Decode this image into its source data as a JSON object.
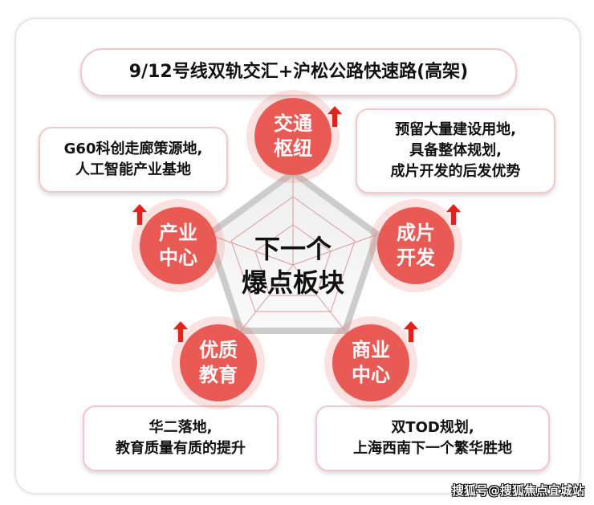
{
  "banner": "9/12号线双轨交汇+沪松公路快速路(高架)",
  "center": {
    "line1": "下一个",
    "line2": "爆点板块"
  },
  "nodes": [
    {
      "line1": "交通",
      "line2": "枢纽"
    },
    {
      "line1": "产业",
      "line2": "中心"
    },
    {
      "line1": "成片",
      "line2": "开发"
    },
    {
      "line1": "优质",
      "line2": "教育"
    },
    {
      "line1": "商业",
      "line2": "中心"
    }
  ],
  "boxes": {
    "industry": [
      "G60科创走廊策源地,",
      "人工智能产业基地"
    ],
    "development": [
      "预留大量建设用地,",
      "具备整体规划,",
      "成片开发的后发优势"
    ],
    "education": [
      "华二落地,",
      "教育质量有质的提升"
    ],
    "commerce": [
      "双TOD规划,",
      "上海西南下一个繁华胜地"
    ]
  },
  "watermark": "搜狐号@搜狐焦点宜城站",
  "colors": {
    "accent": "#ea5a55",
    "arrow": "#e8201a"
  }
}
